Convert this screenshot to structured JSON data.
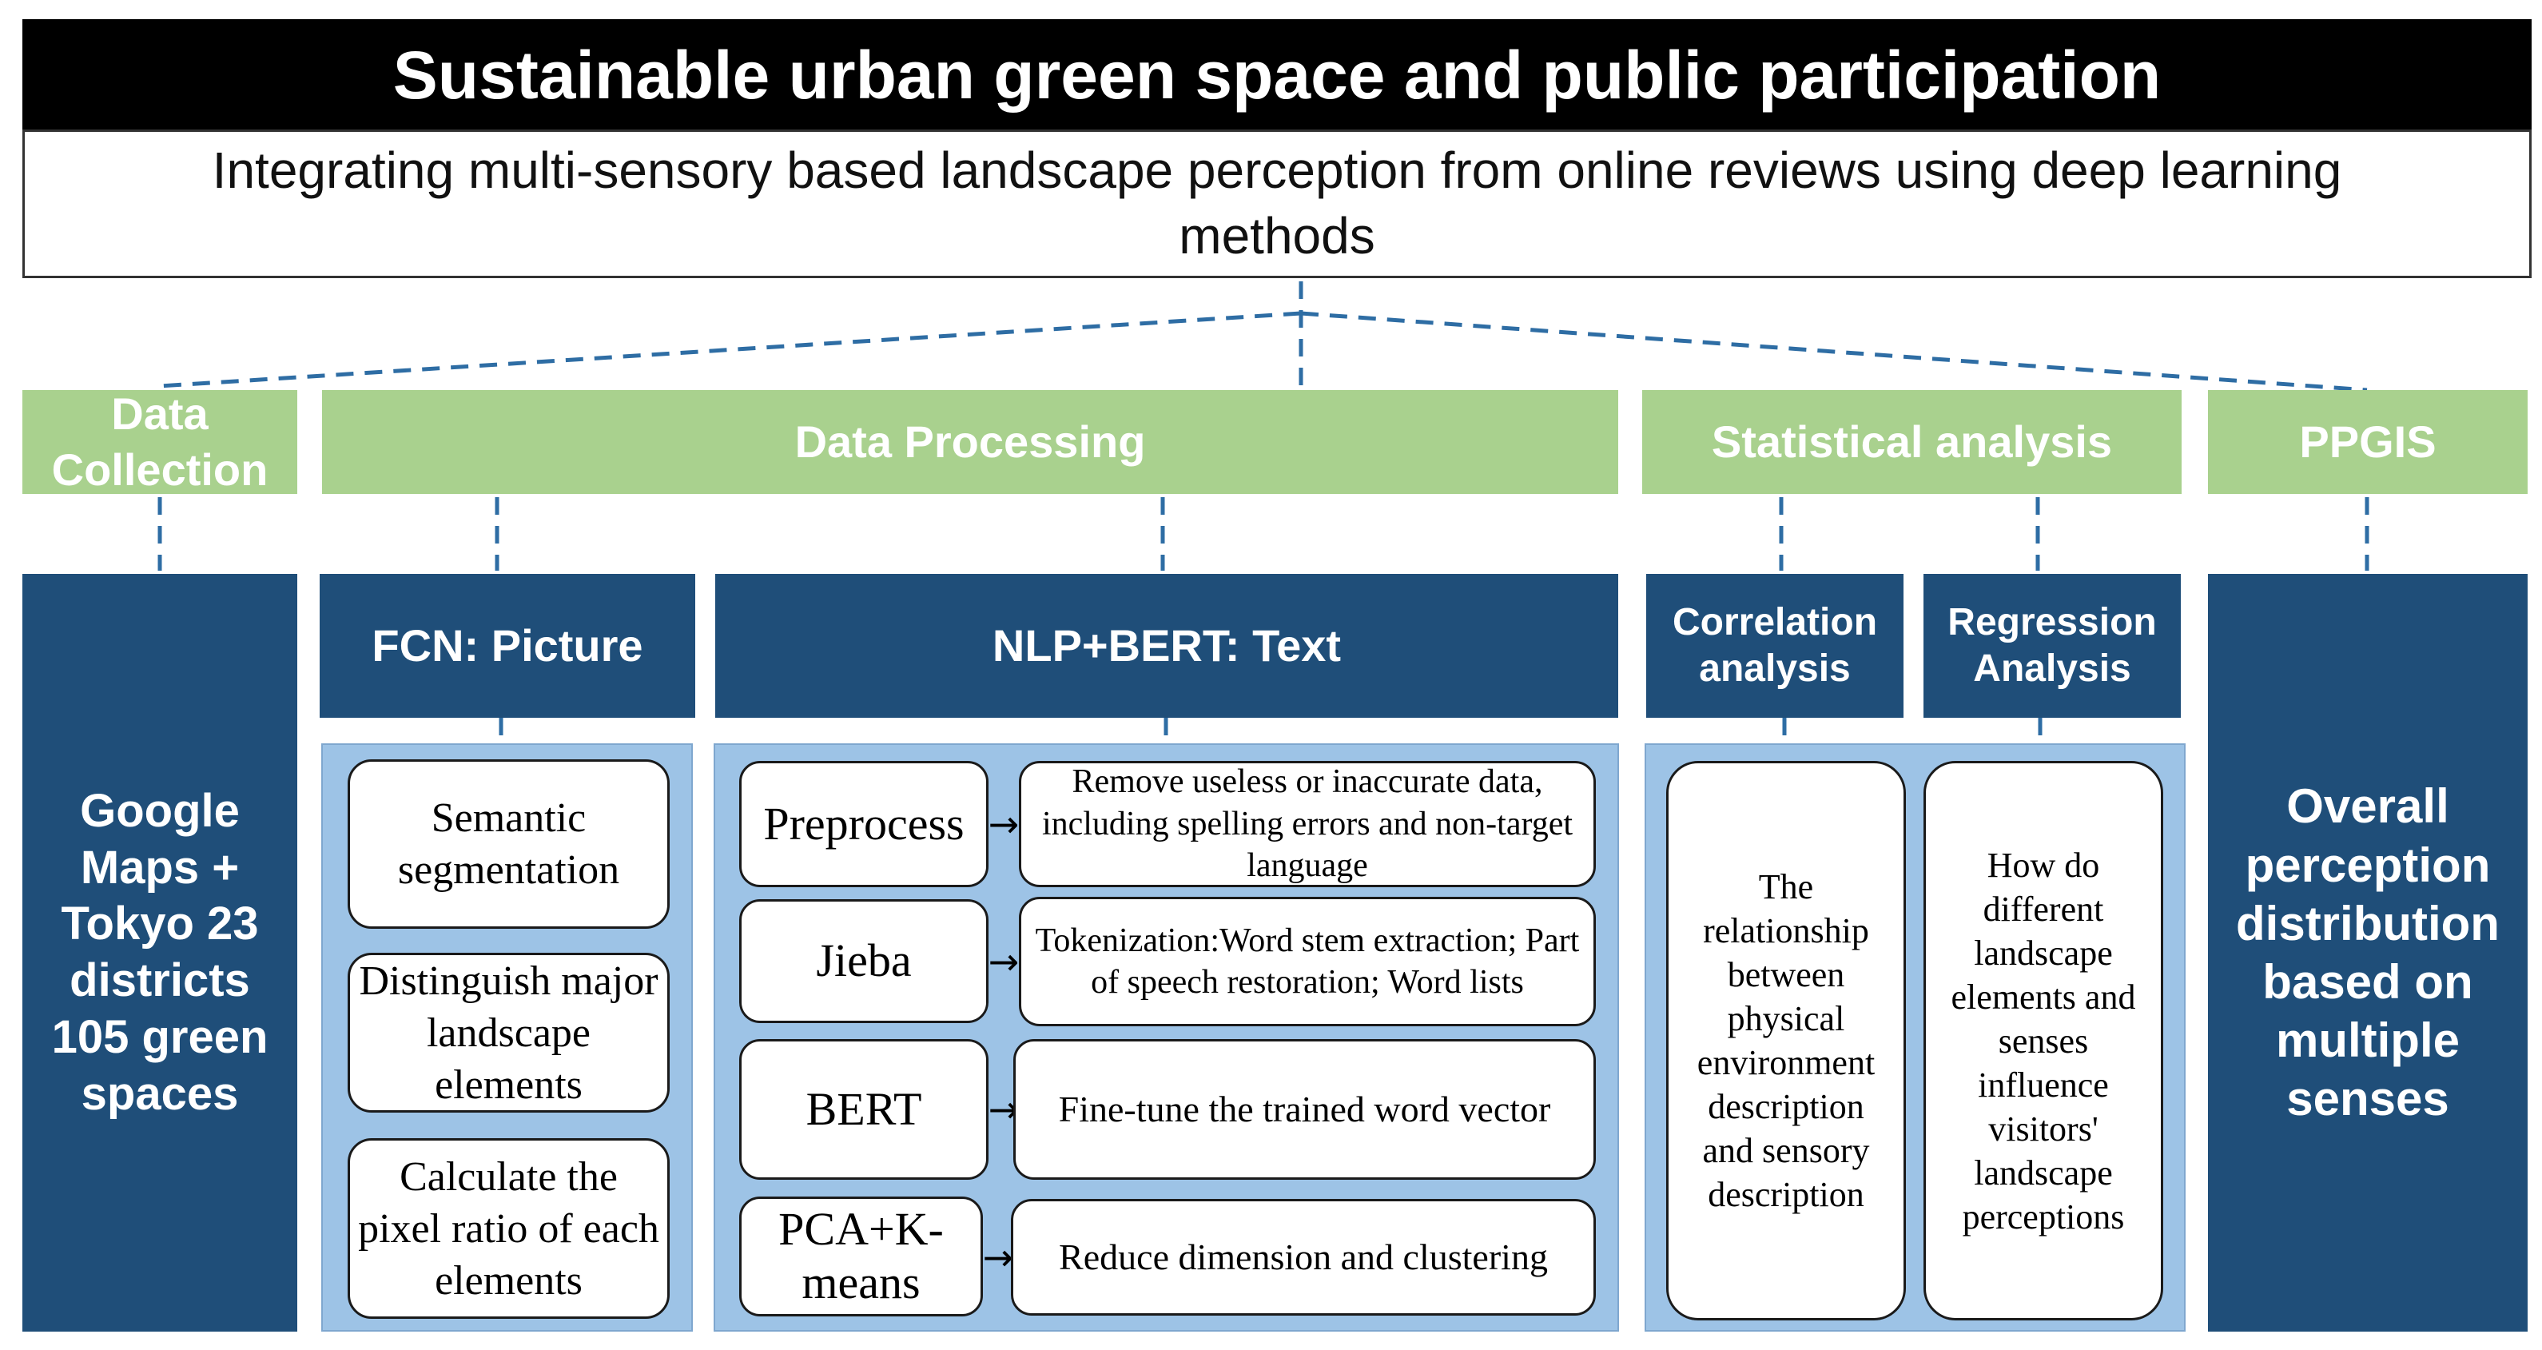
{
  "title": "Sustainable urban green space and public participation",
  "subtitle": "Integrating multi-sensory based landscape perception from online reviews using deep learning methods",
  "categories": {
    "data_collection": "Data Collection",
    "data_processing": "Data Processing",
    "statistical_analysis": "Statistical analysis",
    "ppgis": "PPGIS"
  },
  "data_collection_box": "Google Maps + Tokyo 23 districts 105 green spaces",
  "fcn": {
    "header": "FCN: Picture",
    "steps": [
      "Semantic segmentation",
      "Distinguish major landscape elements",
      "Calculate the pixel ratio of each elements"
    ]
  },
  "nlp": {
    "header": "NLP+BERT: Text",
    "rows": [
      {
        "step": "Preprocess",
        "desc": "Remove useless or inaccurate data, including spelling errors and non-target language"
      },
      {
        "step": "Jieba",
        "desc": "Tokenization:Word stem extraction; Part of speech restoration; Word lists"
      },
      {
        "step": "BERT",
        "desc": "Fine-tune the trained word vector"
      },
      {
        "step": "PCA+K-means",
        "desc": "Reduce dimension and clustering"
      }
    ]
  },
  "correlation": {
    "header": "Correlation analysis",
    "body": "The relationship between physical environment description and sensory description"
  },
  "regression": {
    "header": "Regression Analysis",
    "body": "How do different landscape elements and senses influence visitors' landscape perceptions"
  },
  "ppgis_box": "Overall perception distribution based on multiple senses",
  "arrow_glyph": "→",
  "colors": {
    "title_bg": "#000000",
    "category_green": "#a9d18e",
    "dark_blue": "#1f4e79",
    "panel_blue": "#9dc3e6",
    "connector": "#2e6da4"
  }
}
